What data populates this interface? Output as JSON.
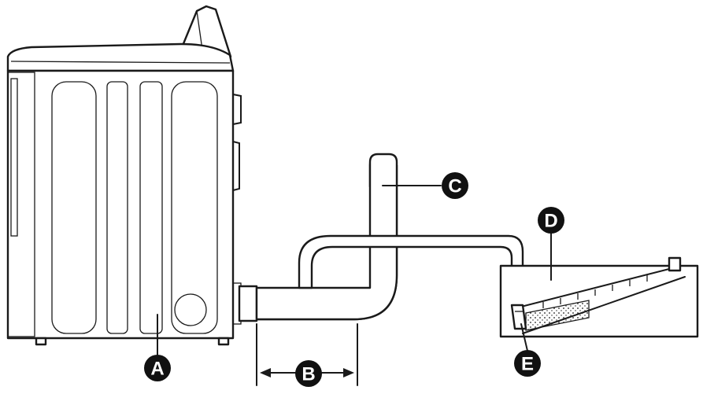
{
  "callouts": {
    "a": "A",
    "b": "B",
    "c": "C",
    "d": "D",
    "e": "E"
  },
  "colors": {
    "line": "#1a1a1a",
    "callout_fill": "#111111",
    "callout_text": "#ffffff",
    "background": "#ffffff"
  }
}
